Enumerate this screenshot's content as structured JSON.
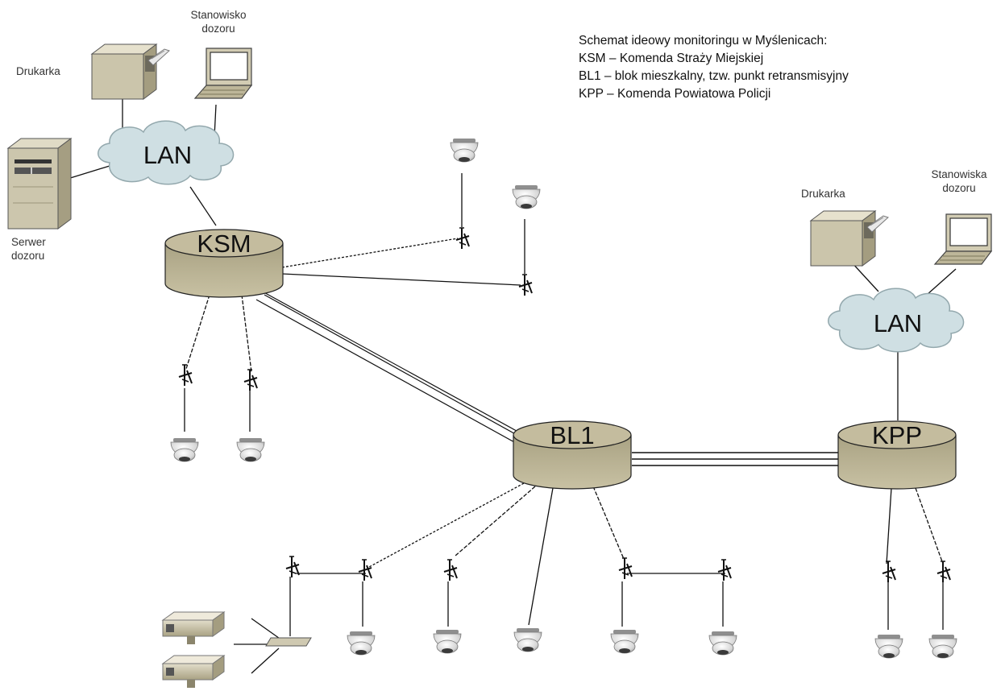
{
  "description": {
    "lines": [
      "Schemat ideowy monitoringu w Myślenicach:",
      "KSM – Komenda Straży Miejskiej",
      "BL1 – blok mieszkalny, tzw. punkt retransmisyjny",
      "KPP – Komenda Powiatowa Policji"
    ]
  },
  "left_site": {
    "printer_label": "Drukarka",
    "workstation_label": [
      "Stanowisko",
      "dozoru"
    ],
    "server_label": [
      "Serwer",
      "dozoru"
    ],
    "lan_label": "LAN"
  },
  "right_site": {
    "printer_label": "Drukarka",
    "workstation_label": [
      "Stanowiska",
      "dozoru"
    ],
    "lan_label": "LAN"
  },
  "nodes": {
    "ksm": "KSM",
    "bl1": "BL1",
    "kpp": "KPP"
  },
  "colors": {
    "node_fill": "#c4bc9e",
    "cloud_fill": "#cfdfe3",
    "device_fill": "#ccc6ad",
    "line": "#111111"
  }
}
